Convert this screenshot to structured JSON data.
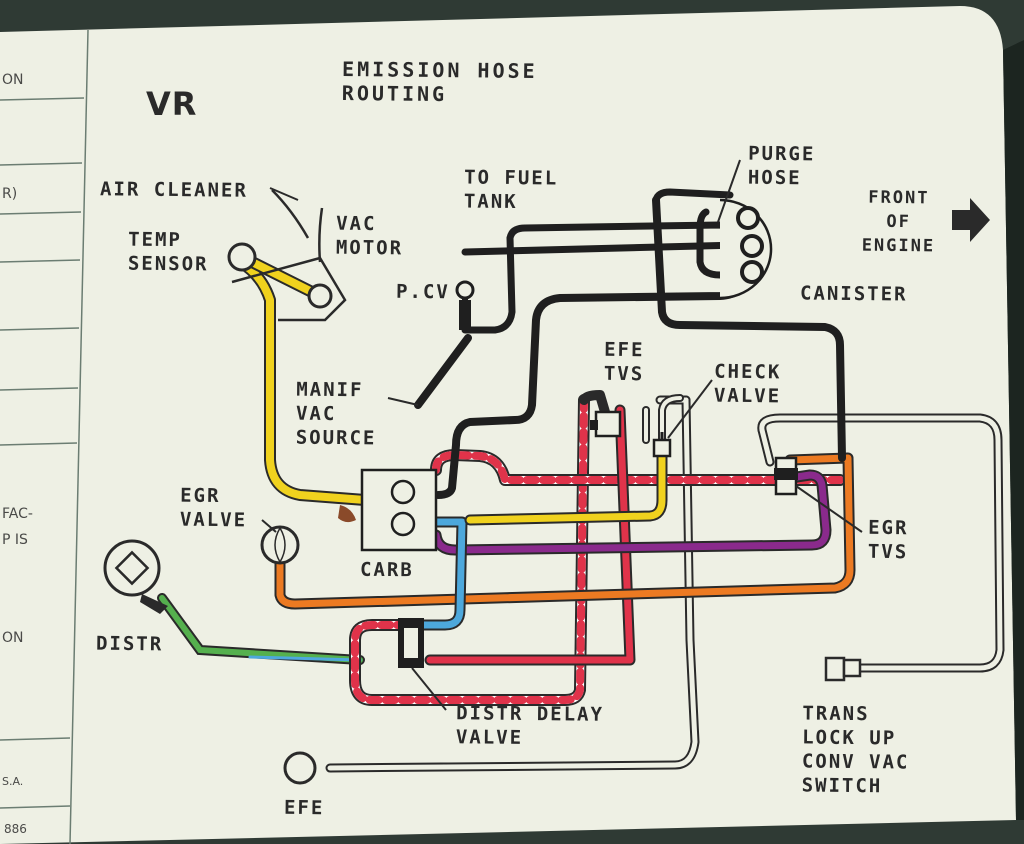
{
  "decal": {
    "model_code": "VR",
    "title": "EMISSION HOSE\nROUTING",
    "colors": {
      "background": "#eef0e4",
      "vacuum_black": "#1f1f1f",
      "yellow": "#f0d21e",
      "red": "#e0334a",
      "red_white": "#e0334a",
      "purple": "#8a2a8c",
      "orange": "#ec7a22",
      "blue": "#4da8dc",
      "green": "#55b04e",
      "gray_tube": "#b9bcb0"
    }
  },
  "labels": {
    "air_cleaner": "AIR CLEANER",
    "temp_sensor": "TEMP\nSENSOR",
    "vac_motor": "VAC\nMOTOR",
    "to_fuel_tank": "TO FUEL\nTANK",
    "purge_hose": "PURGE\nHOSE",
    "front_of_engine": "FRONT\nOF\nENGINE",
    "canister": "CANISTER",
    "pcv": "P.CV",
    "manif_vac_source": "MANIF\nVAC\nSOURCE",
    "efe_tvs": "EFE\nTVS",
    "check_valve": "CHECK\nVALVE",
    "egr_valve": "EGR\nVALVE",
    "carb": "CARB",
    "egr_tvs": "EGR\nTVS",
    "distr": "DISTR",
    "distr_delay_valve": "DISTR DELAY\nVALVE",
    "trans_lock_up": "TRANS\nLOCK UP\nCONV VAC\nSWITCH",
    "efe": "EFE"
  },
  "adjacent_panel": {
    "fragments": [
      "ON",
      "R)",
      "FAC-",
      "P IS",
      "ON",
      "S.A.",
      "886"
    ]
  }
}
